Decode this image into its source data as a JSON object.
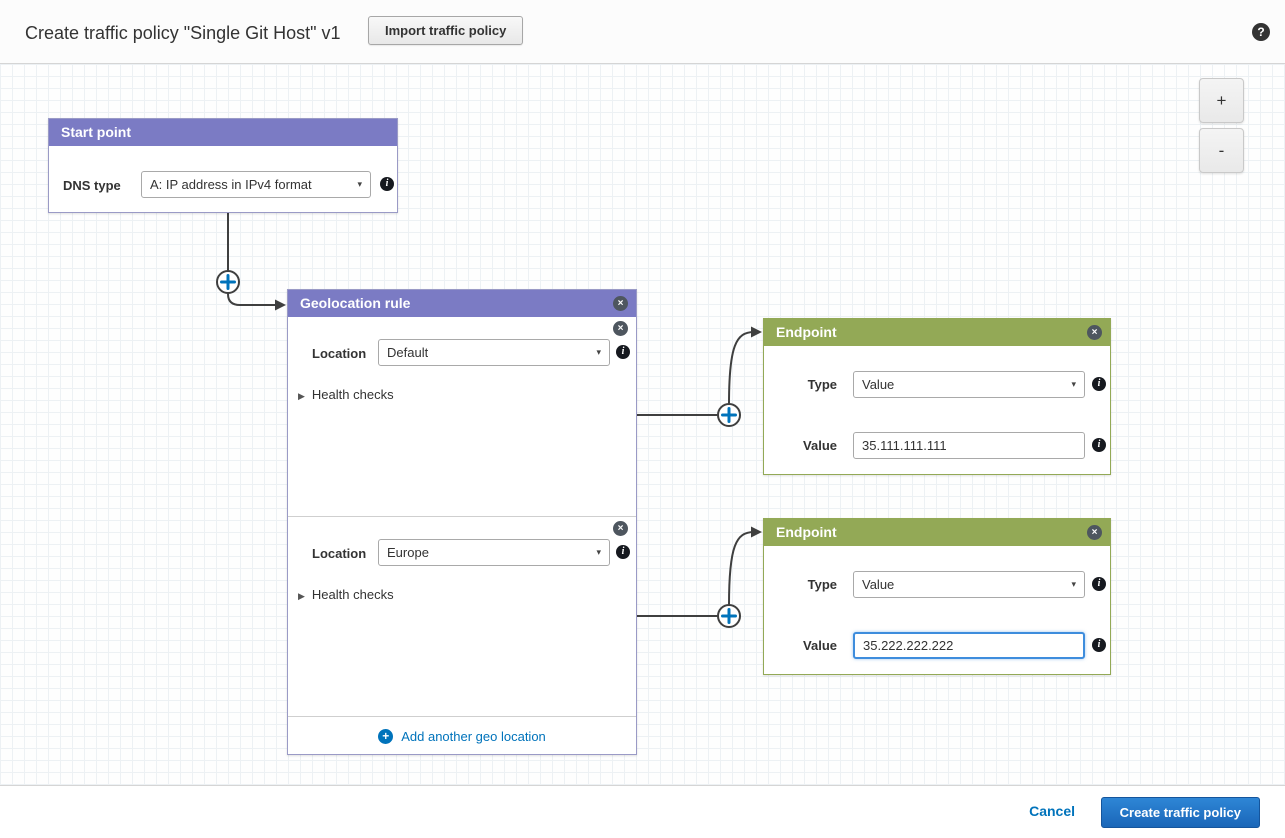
{
  "header": {
    "title": "Create traffic policy \"Single Git Host\" v1",
    "import_button": "Import traffic policy"
  },
  "icons": {
    "help": "?",
    "close": "×",
    "info": "i",
    "caret": "▾",
    "expand": "▶",
    "plus": "+"
  },
  "zoom": {
    "zoom_in": "+",
    "zoom_out": "-"
  },
  "start_point": {
    "title": "Start point",
    "dns_type_label": "DNS type",
    "dns_type_value": "A: IP address in IPv4 format"
  },
  "geolocation_rule": {
    "title": "Geolocation rule",
    "sections": [
      {
        "location_label": "Location",
        "location_value": "Default",
        "health_checks_label": "Health checks"
      },
      {
        "location_label": "Location",
        "location_value": "Europe",
        "health_checks_label": "Health checks"
      }
    ],
    "add_link": "Add another geo location"
  },
  "endpoints": [
    {
      "title": "Endpoint",
      "type_label": "Type",
      "type_value": "Value",
      "value_label": "Value",
      "value": "35.111.111.111",
      "focused": false
    },
    {
      "title": "Endpoint",
      "type_label": "Type",
      "type_value": "Value",
      "value_label": "Value",
      "value": "35.222.222.222",
      "focused": true
    }
  ],
  "footer": {
    "cancel": "Cancel",
    "create": "Create traffic policy"
  },
  "colors": {
    "rule_header_purple": "#7b7bc4",
    "endpoint_header_green": "#93a956",
    "accent_blue": "#0073bb",
    "create_button_blue": "#1a66b8",
    "connector_line": "#3f3f3f"
  }
}
